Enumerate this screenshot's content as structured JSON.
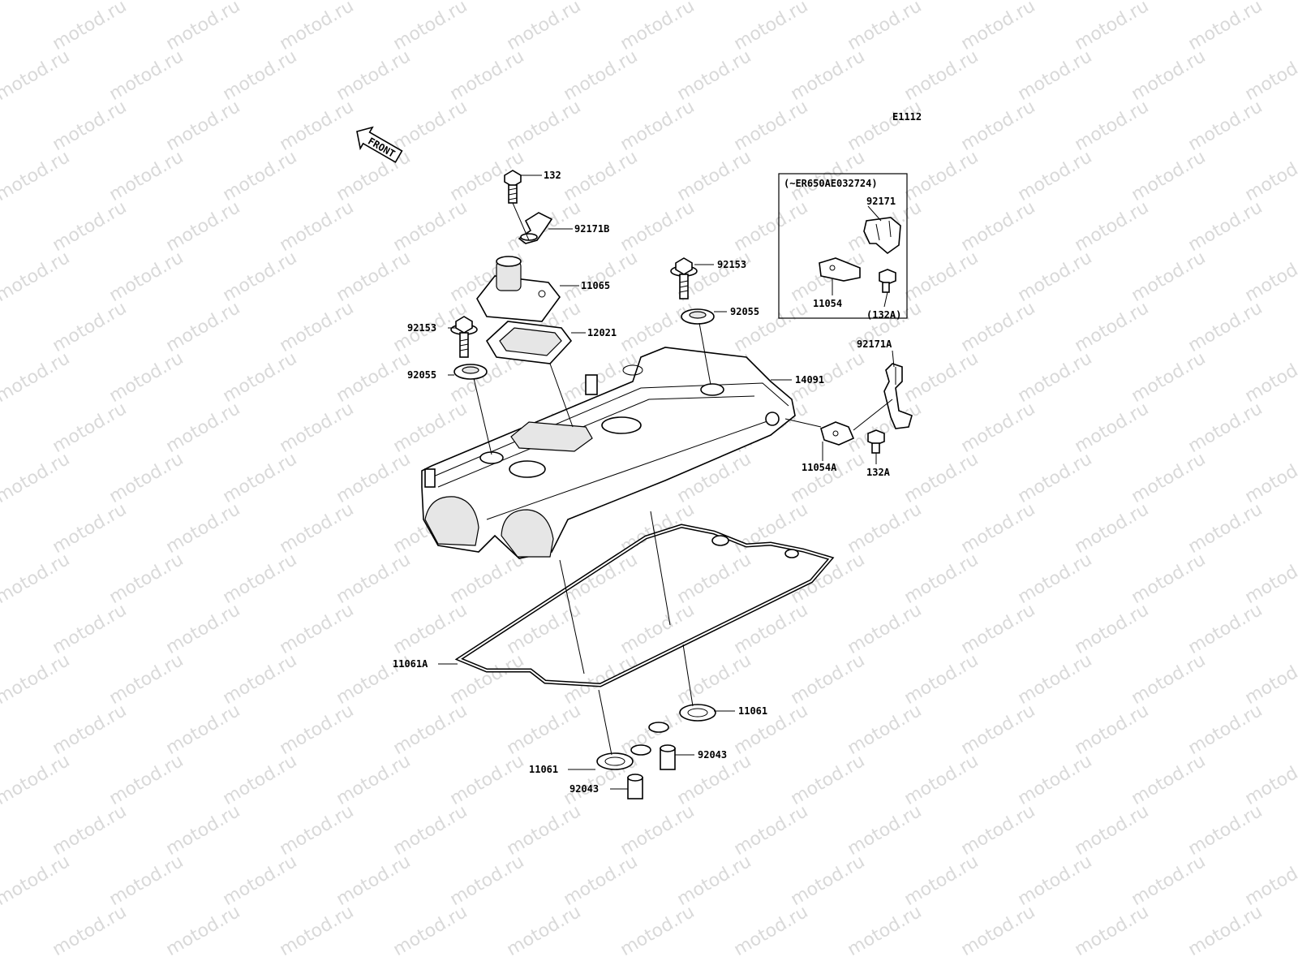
{
  "diagram": {
    "code": "E1112",
    "front_arrow": "FRONT",
    "watermark": "motod.ru",
    "inset": {
      "label": "(~ER650AE032724)"
    },
    "parts": [
      {
        "id": "132",
        "label": "132"
      },
      {
        "id": "92171B",
        "label": "92171B"
      },
      {
        "id": "11065",
        "label": "11065"
      },
      {
        "id": "92153-right",
        "label": "92153"
      },
      {
        "id": "92055-right",
        "label": "92055"
      },
      {
        "id": "92153-left",
        "label": "92153"
      },
      {
        "id": "12021",
        "label": "12021"
      },
      {
        "id": "92055-left",
        "label": "92055"
      },
      {
        "id": "14091",
        "label": "14091"
      },
      {
        "id": "92171A",
        "label": "92171A"
      },
      {
        "id": "11054A",
        "label": "11054A"
      },
      {
        "id": "132A",
        "label": "132A"
      },
      {
        "id": "11061A",
        "label": "11061A"
      },
      {
        "id": "11061-right",
        "label": "11061"
      },
      {
        "id": "92043-right",
        "label": "92043"
      },
      {
        "id": "11061-left",
        "label": "11061"
      },
      {
        "id": "92043-left",
        "label": "92043"
      },
      {
        "id": "92171-inset",
        "label": "92171"
      },
      {
        "id": "11054-inset",
        "label": "11054"
      },
      {
        "id": "132A-inset",
        "label": "(132A)"
      }
    ]
  }
}
